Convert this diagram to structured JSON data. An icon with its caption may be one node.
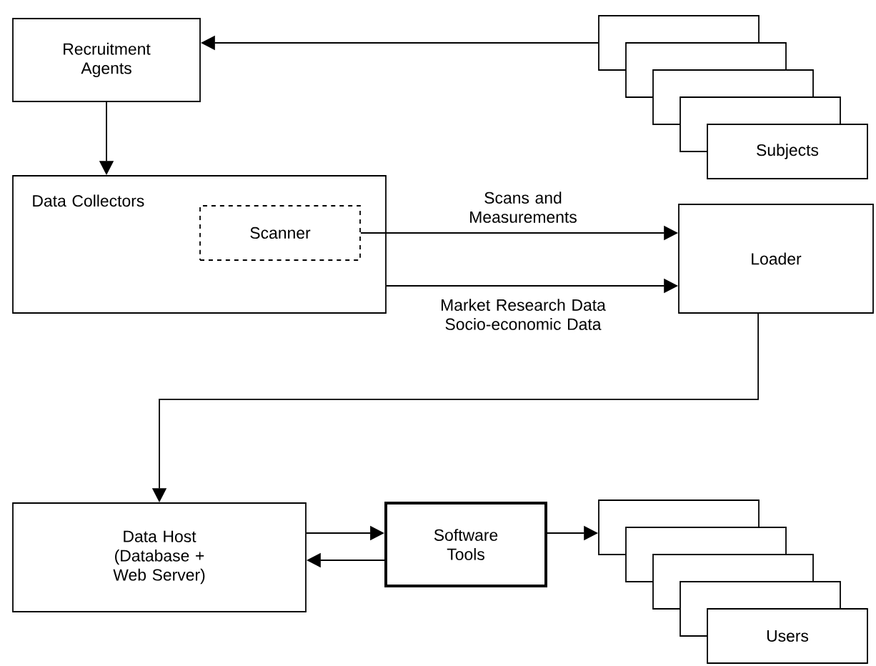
{
  "diagram": {
    "nodes": [
      {
        "text": [
          "Recruitment Agents"
        ]
      },
      {
        "text": [],
        "shape": "box"
      },
      {
        "text": [],
        "shape": "box"
      },
      {
        "text": [],
        "shape": "box"
      },
      {
        "text": [],
        "shape": "box"
      },
      {
        "text": [
          "Subjects"
        ]
      },
      {
        "text": [
          "Data Collectors"
        ]
      },
      {
        "text": [
          "Scanner"
        ],
        "in": 6
      },
      {
        "text": [
          "Loader"
        ]
      },
      {
        "text": [
          "Data Host (Database + Web Server)"
        ]
      },
      {
        "text": [
          "Software Tools"
        ]
      },
      {
        "text": [],
        "shape": "box"
      },
      {
        "text": [],
        "shape": "box"
      },
      {
        "text": [],
        "shape": "box"
      },
      {
        "text": [],
        "shape": "box"
      },
      {
        "text": [
          "Users"
        ]
      }
    ],
    "edges": [
      {
        "from": 1,
        "to": 0,
        "arrow": "to"
      },
      {
        "from": 0,
        "to": 6,
        "arrow": "to"
      },
      {
        "from": 7,
        "to": 8,
        "arrow": "to",
        "label": "Scans and Measurements"
      },
      {
        "from": 6,
        "to": 8,
        "arrow": "to",
        "label": "Market Research Data Socio-economic Data"
      },
      {
        "from": 8,
        "to": 9,
        "arrow": "to"
      },
      {
        "from": 9,
        "to": 10,
        "arrow": "to"
      },
      {
        "from": 10,
        "to": 9,
        "arrow": "to"
      },
      {
        "from": 10,
        "to": 11,
        "arrow": "to"
      }
    ]
  }
}
